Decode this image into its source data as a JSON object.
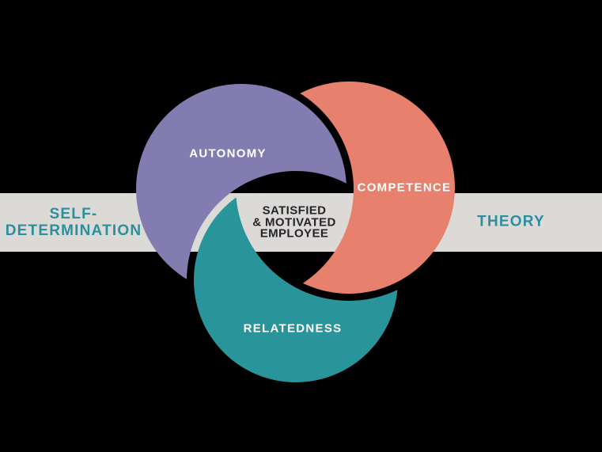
{
  "diagram": {
    "name": "Self-Determination Theory",
    "background_color": "#000000",
    "band": {
      "color": "#dbdad7",
      "label_color": "#2d8e9e",
      "left_label": {
        "line1": "SELF-",
        "line2": "DETERMINATION"
      },
      "right_label": "THEORY"
    },
    "circles": {
      "autonomy": {
        "label": "AUTONOMY",
        "color": "#827cb0",
        "label_color": "#ffffff"
      },
      "competence": {
        "label": "COMPETENCE",
        "color": "#e8806e",
        "label_color": "#ffffff"
      },
      "relatedness": {
        "label": "RELATEDNESS",
        "color": "#2a949b",
        "label_color": "#ffffff"
      }
    },
    "center": {
      "line1": "SATISFIED",
      "line2": "& MOTIVATED",
      "line3": "EMPLOYEE",
      "text_color": "#26242a"
    }
  }
}
